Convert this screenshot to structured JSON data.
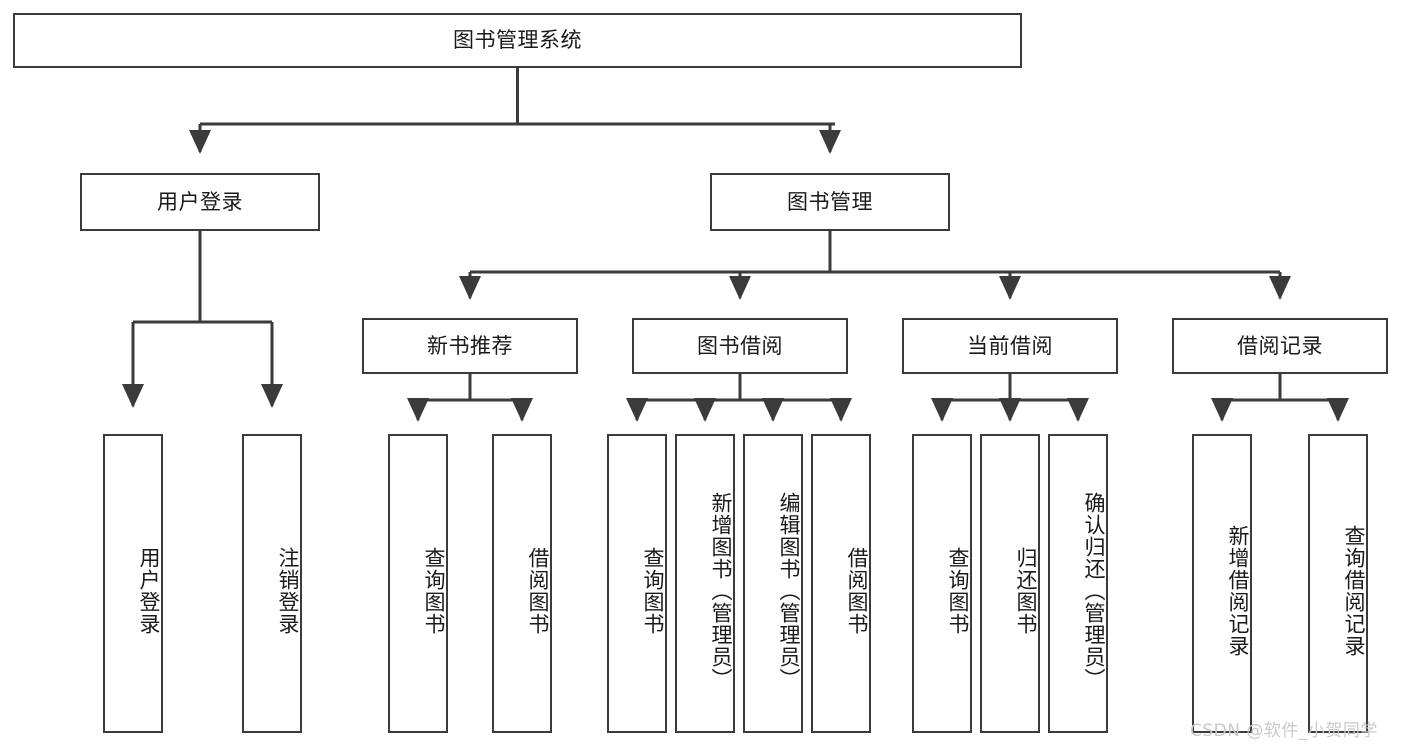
{
  "diagram": {
    "title": "图书管理系统",
    "type": "tree-functional-structure",
    "root": {
      "label": "图书管理系统"
    },
    "level2": [
      {
        "label": "用户登录"
      },
      {
        "label": "图书管理"
      }
    ],
    "level3": [
      {
        "label": "新书推荐"
      },
      {
        "label": "图书借阅"
      },
      {
        "label": "当前借阅"
      },
      {
        "label": "借阅记录"
      }
    ],
    "leaves": {
      "user_login": [
        {
          "label": "用户登录"
        },
        {
          "label": "注销登录"
        }
      ],
      "new_book_recommend": [
        {
          "label": "查询图书"
        },
        {
          "label": "借阅图书"
        }
      ],
      "book_borrow": [
        {
          "label": "查询图书"
        },
        {
          "label": "新增图书（管理员）"
        },
        {
          "label": "编辑图书（管理员）"
        },
        {
          "label": "借阅图书"
        }
      ],
      "current_borrow": [
        {
          "label": "查询图书"
        },
        {
          "label": "归还图书"
        },
        {
          "label": "确认归还（管理员）"
        }
      ],
      "borrow_records": [
        {
          "label": "新增借阅记录"
        },
        {
          "label": "查询借阅记录"
        }
      ]
    }
  },
  "watermark": {
    "text": "CSDN @软件_小贺同学"
  },
  "colors": {
    "stroke": "#3b3b3b",
    "box_fill": "#ffffff",
    "text": "#1a1a1a",
    "watermark": "#c9c9c9",
    "background": "#ffffff"
  }
}
